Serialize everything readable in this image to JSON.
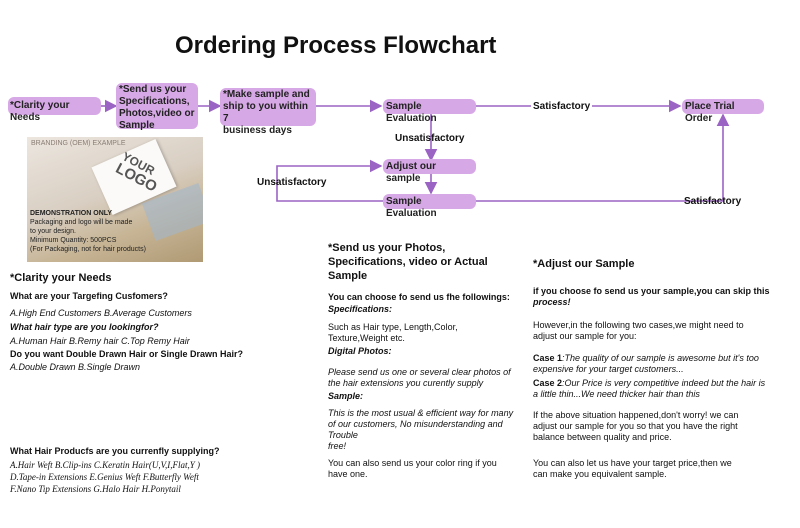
{
  "title": "Ordering Process Flowchart",
  "colors": {
    "box_fill": "#d7a8e6",
    "arrow": "#9b64c4"
  },
  "flow": {
    "clarity": "*Clarity your Needs",
    "send": [
      "*Send us your",
      "Specifications,",
      "Photos,video or",
      "Sample"
    ],
    "make": [
      "*Make sample and",
      "ship to you within 7",
      "business days"
    ],
    "eval1": "Sample Evaluation",
    "satisfactory1": "Satisfactory",
    "trial": "Place Trial Order",
    "unsatisfactory1": "Unsatisfactory",
    "adjust": "Adjust our sample",
    "unsatisfactory2": "Unsatisfactory",
    "eval2": "Sample Evaluation",
    "satisfactory2": "Satisfactory"
  },
  "photo": {
    "brand": "BRANDING (OEM) EXAMPLE",
    "logo": [
      "YOUR",
      "LOGO"
    ],
    "demo_title": "DEMONSTRATION ONLY",
    "demo_lines": [
      "Packaging and logo will be made",
      "to your design.",
      "Minimum Quantity: 500PCS",
      "(For Packaging, not for hair products)"
    ]
  },
  "col1": {
    "heading": "*Clarity your Needs",
    "q1": "What are your Targefing Cusfomers?",
    "a1": "A.High End Customers     B.Average Customers",
    "q2": "What hair type are you lookingfor?",
    "a2": "A.Human Hair     B.Remy hair    C.Top Remy Hair",
    "q3": "Do you want Double Drawn Hair or Single Drawn Hair?",
    "a3": "A.Double Drawn     B.Single Drawn",
    "q4": "What Hair Producfs are you currenfly supplying?",
    "a4": [
      "A.Hair Weft  B.Clip-ins  C.Keratin Hair(U,V,I,Flat,Y )",
      "D.Tape-in Extensions E.Genius Weft   F.Butterfly Weft",
      "F.Nano Tip Extensions G.Halo Hair  H.Ponytail"
    ]
  },
  "col2": {
    "heading": [
      "*Send us your Photos,",
      "Specifications, video or Actual",
      "Sample"
    ],
    "intro": "You can choose fo send us fhe followings:",
    "spec_h": "Specifications:",
    "spec": [
      "Such as Hair type, Length,Color,",
      "Texture,Weight etc."
    ],
    "photo_h": "Digital Photos:",
    "photo_t": [
      "Please send us one or several clear photos of",
      "the hair extensions you  curently supply"
    ],
    "sample_h": "Sample:",
    "sample_t": [
      "This is the most usual & efficient way for many",
      "of our customers, No misunderstanding and",
      "Trouble",
      "free!"
    ],
    "ring": [
      "You can also send us your color ring if you",
      "have one."
    ]
  },
  "col3": {
    "heading": "*Adjust our Sample",
    "intro": [
      "if you choose fo send us your sample,you can skip this",
      "process!"
    ],
    "however": [
      "However,in the following two cases,we might need to",
      "adjust our sample for you:"
    ],
    "case1_h": "Case 1",
    "case1": [
      ":The quality of our sample is awesome but it's too",
      "expensive for your target customers..."
    ],
    "case2_h": "Case 2",
    "case2": [
      ":Our Price is very competitive indeed but the hair is",
      "a little thin...We need thicker hair than this"
    ],
    "situation": [
      "If  the  above  situation  happened,don't worry! we  can",
      "adjust our sample for you so that you have the right",
      "balance between quality and price."
    ],
    "target": [
      "You can also let us have your target price,then we",
      "can make you equivalent sample."
    ]
  }
}
